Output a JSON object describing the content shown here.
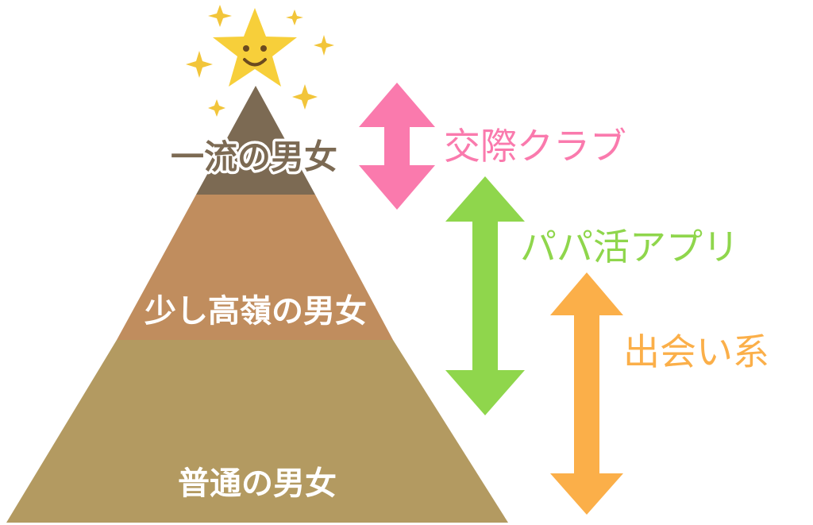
{
  "pyramid": {
    "tiers": [
      {
        "label": "一流の男女",
        "color": "#7c6a53"
      },
      {
        "label": "少し高嶺の男女",
        "color": "#c08d5e"
      },
      {
        "label": "普通の男女",
        "color": "#b39a61"
      }
    ]
  },
  "arrows": [
    {
      "label": "交際クラブ",
      "color": "#fa7aad"
    },
    {
      "label": "パパ活アプリ",
      "color": "#8fd64c"
    },
    {
      "label": "出会い系",
      "color": "#fbaf49"
    }
  ],
  "star": {
    "icon": "smiling-star-icon",
    "color": "#f7cf3a",
    "sparkle_color": "#f2c53a"
  }
}
